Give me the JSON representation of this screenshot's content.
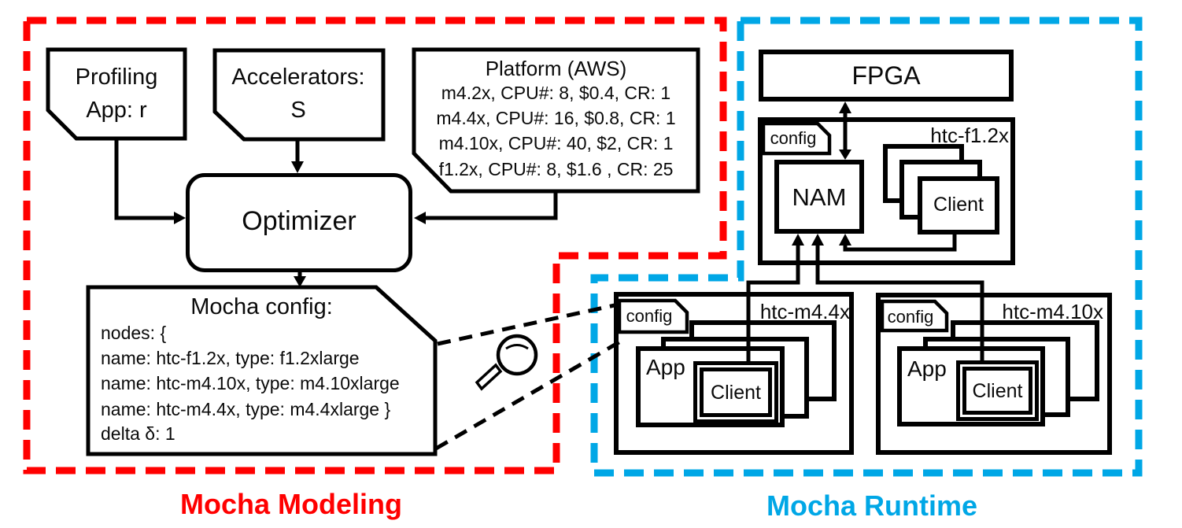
{
  "colors": {
    "red": "#ff0000",
    "blue": "#00a7e6",
    "ink": "#000000"
  },
  "modeling": {
    "caption": "Mocha Modeling",
    "profiling": {
      "line1": "Profiling",
      "line2": "App: r"
    },
    "accelerators": {
      "line1": "Accelerators:",
      "line2": "S"
    },
    "platform": {
      "title": "Platform (AWS)",
      "rows": [
        "m4.2x, CPU#: 8, $0.4, CR: 1",
        "m4.4x, CPU#: 16, $0.8, CR: 1",
        "m4.10x, CPU#: 40, $2, CR: 1",
        "f1.2x, CPU#: 8, $1.6 , CR: 25"
      ]
    },
    "optimizer": {
      "label": "Optimizer"
    },
    "mocha_config": {
      "title": "Mocha config:",
      "lines": [
        "nodes: {",
        "name: htc-f1.2x, type: f1.2xlarge",
        "name: htc-m4.10x, type: m4.10xlarge",
        "name: htc-m4.4x, type: m4.4xlarge }",
        "delta δ: 1"
      ]
    }
  },
  "runtime": {
    "caption": "Mocha Runtime",
    "fpga": {
      "label": "FPGA"
    },
    "htc_f12x": {
      "name": "htc-f1.2x",
      "config_label": "config",
      "nam_label": "NAM",
      "client_label": "Client"
    },
    "htc_m44x": {
      "name": "htc-m4.4x",
      "config_label": "config",
      "app_label": "App",
      "client_label": "Client"
    },
    "htc_m410x": {
      "name": "htc-m4.10x",
      "config_label": "config",
      "app_label": "App",
      "client_label": "Client"
    }
  },
  "icons": {
    "magnifier": "magnifying-glass",
    "config_tag": "file-tag-folded-corner"
  }
}
